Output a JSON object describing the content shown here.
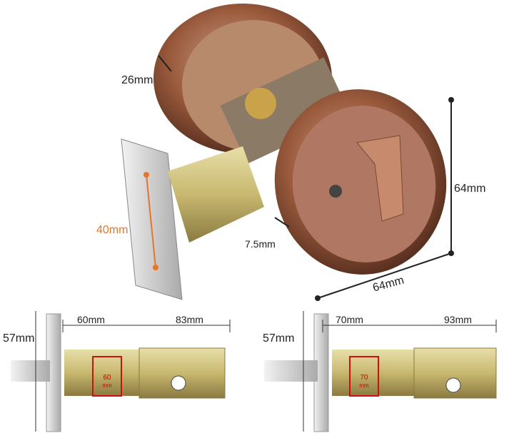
{
  "product": {
    "deadbolt": {
      "depth_label": "26mm",
      "bolt_hole_spacing_label": "40mm",
      "thickness_label": "7.5mm",
      "height_label": "64mm",
      "width_label": "64mm"
    },
    "latch_left": {
      "backset_short_label": "60mm",
      "backset_long_label": "83mm",
      "height_label": "57mm",
      "marker_value": "60",
      "marker_unit": "mm"
    },
    "latch_right": {
      "backset_short_label": "70mm",
      "backset_long_label": "93mm",
      "height_label": "57mm",
      "marker_value": "70",
      "marker_unit": "mm"
    }
  },
  "colors": {
    "bronze": "#9a5a3c",
    "brass": "#c8b870",
    "label_orange": "#e8742a",
    "marker_red": "#d01010"
  }
}
